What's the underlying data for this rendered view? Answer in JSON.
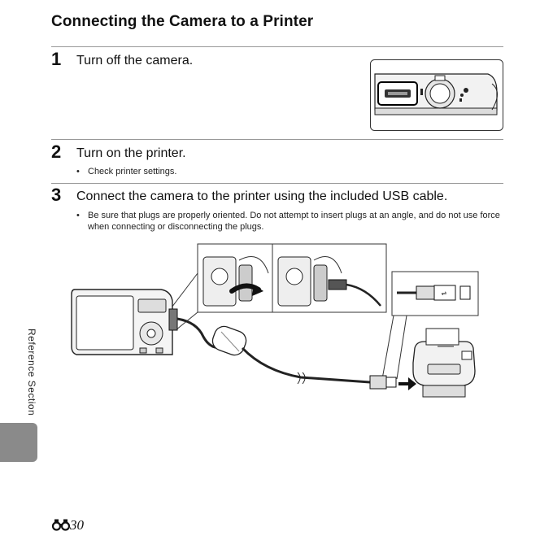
{
  "header": {
    "title": "Connecting the Camera to a Printer"
  },
  "steps": [
    {
      "number": "1",
      "text": "Turn off the camera.",
      "bullets": []
    },
    {
      "number": "2",
      "text": "Turn on the printer.",
      "bullets": [
        "Check printer settings."
      ]
    },
    {
      "number": "3",
      "text": "Connect the camera to the printer using the included USB cable.",
      "bullets": [
        "Be sure that plugs are properly oriented. Do not attempt to insert plugs at an angle, and do not use force when connecting or disconnecting the plugs."
      ]
    }
  ],
  "bullet_symbol": "•",
  "sidebar": {
    "section_label": "Reference Section"
  },
  "footer": {
    "page_number_icon": "binoculars-icon",
    "page_number": "30"
  }
}
